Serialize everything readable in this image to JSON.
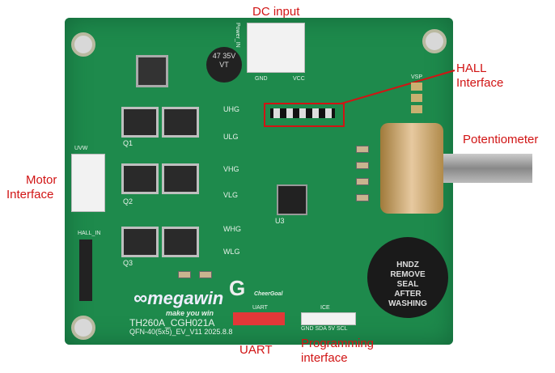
{
  "annotations": {
    "dc_input": "DC input",
    "hall": "HALL\nInterface",
    "hall_line1": "HALL",
    "hall_line2": "Interface",
    "potentiometer": "Potentiometer",
    "motor_line1": "Motor",
    "motor_line2": "Interface",
    "uart": "UART",
    "prog_line1": "Programming",
    "prog_line2": "interface"
  },
  "silkscreen": {
    "brand": "megawin",
    "slogan": "make you win",
    "model": "TH260A_CGH021A",
    "package": "QFN-40(5x5)_EV_V11  2025.8.8",
    "uart": "UART",
    "ice": "ICE",
    "ice_pins": "GND SDA 5V SCL",
    "hall_in": "HALL_IN",
    "cheergoal": "CheerGoal",
    "power_in": "Power_IN",
    "gnd": "GND",
    "vcc": "VCC",
    "cap": "47\n35V\nVT",
    "cap_text": "47 35V VT",
    "uvw": "UVW",
    "vsp": "VSP",
    "u3": "U3",
    "q1": "Q1",
    "q2": "Q2",
    "q3": "Q3",
    "uhg": "UHG",
    "ulg": "ULG",
    "vhg": "VHG",
    "vlg": "VLG",
    "whg": "WHG",
    "wlg": "WLG"
  },
  "buzzer": {
    "line1": "HNDZ",
    "line2": "REMOVE",
    "line3": "SEAL",
    "line4": "AFTER",
    "line5": "WASHING"
  },
  "colors": {
    "board": "#1e8a4c",
    "annotation": "#d11414"
  }
}
